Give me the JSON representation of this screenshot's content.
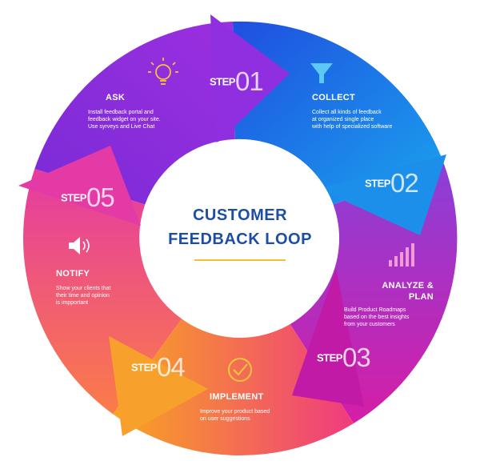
{
  "title": {
    "line1": "CUSTOMER",
    "line2": "FEEDBACK LOOP"
  },
  "colors": {
    "blue": "#1d4ea3",
    "underline": "#f2c230"
  },
  "steps": [
    {
      "word": "STEP",
      "number": "01",
      "heading": "ASK",
      "body": [
        "Install feedback portal and",
        "feedback widget on your site.",
        "Use syrveys and Live Chat"
      ],
      "icon": "lightbulb-icon"
    },
    {
      "word": "STEP",
      "number": "02",
      "heading": "COLLECT",
      "body": [
        "Collect all kinds of feedback",
        "at organized single place",
        "with help of specialized software"
      ],
      "icon": "funnel-icon"
    },
    {
      "word": "STEP",
      "number": "03",
      "heading_lines": [
        "ANALYZE &",
        "PLAN"
      ],
      "body": [
        "Build Product Roadmaps",
        "based on the best insights",
        "from your customers"
      ],
      "icon": "bar-chart-icon"
    },
    {
      "word": "STEP",
      "number": "04",
      "heading": "IMPLEMENT",
      "body": [
        "Improve your product based",
        "on user suggestions"
      ],
      "icon": "check-badge-icon"
    },
    {
      "word": "STEP",
      "number": "05",
      "heading": "NOTIFY",
      "body": [
        "Show your clients that",
        "their time and opinion",
        "is impportant"
      ],
      "icon": "speaker-icon"
    }
  ]
}
